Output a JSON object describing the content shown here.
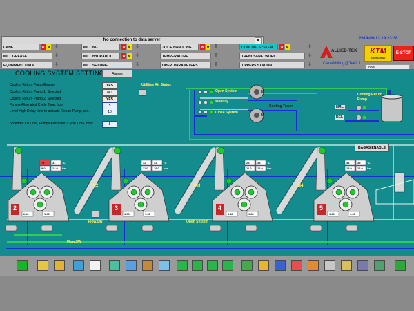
{
  "banner": "No connection to data server!",
  "datetime": "2019-09-13 19:23:38",
  "company": "ALLIED-TEK",
  "brand": "KTM",
  "brand_sub": "ENGINEERING",
  "estop": "E-STOP",
  "user": "CaneMilling@Tek2.1",
  "role": "oper",
  "menu": {
    "row1": [
      "CANE PREPARATION",
      "MILLING",
      "JUICE HANDLING",
      "COOLING SYSTEM"
    ],
    "row2": [
      "MILL GREASE",
      "MILL HYDRAULIC",
      "TEMPERATURE",
      "TRENDS&NETWORK"
    ],
    "row3": [
      "EQUIPMENT DATA",
      "MILL SETTING",
      "OPER. PARAMETERS",
      "TIPPERS STATION"
    ],
    "w": "W",
    "m": "M"
  },
  "page": {
    "title": "COOLING SYSTEM SETTING",
    "alarms": "Alarms",
    "utilities": "Utilities Air Status",
    "bagas": "BAGAS ENABLE"
  },
  "settings": [
    {
      "label": "Cooling Return Pump Enable",
      "value": "YES"
    },
    {
      "label": "Cooling Return Pump 1, Selected",
      "value": "NO"
    },
    {
      "label": "Cooling Return Pump 2, Selected",
      "value": "YES"
    },
    {
      "label": "Pumps Alternated Cycle Time, hour",
      "value": "5"
    },
    {
      "label": "Level High Delay time to activate Return Pump, sec.",
      "value": "10"
    },
    {
      "label": "Shredder Oil Cool, Pumps Alternated Cycle Time, hour",
      "value": "5"
    }
  ],
  "tower": {
    "open": "Open System",
    "standby": "standby",
    "close": "Close System",
    "label": "Cooling Tower",
    "pump_label": "Cooling Return Pump",
    "motor": "M",
    "mtr": "MRL",
    "rl": "REL"
  },
  "mills": [
    {
      "num": "2",
      "v1": "73",
      "v2": "31",
      "v3": "9.0",
      "v4": "12.0",
      "unit_t": "°C",
      "unit_p": "bar",
      "b1": "2.41",
      "b2": "1.60"
    },
    {
      "num": "3",
      "v1": "32",
      "v2": "32",
      "v3": "11.0",
      "v4": "18.0",
      "unit_t": "°C",
      "unit_p": "bar",
      "b1": "1.50",
      "b2": "1.30"
    },
    {
      "num": "4",
      "v1": "28",
      "v2": "33",
      "v3": "11.0",
      "v4": "12.0",
      "unit_t": "°C",
      "unit_p": "bar",
      "b1": "1.80",
      "b2": "1.80"
    },
    {
      "num": "5",
      "v1": "34",
      "v2": "35",
      "v3": "15.0",
      "v4": "12.0",
      "unit_t": "°C",
      "unit_p": "bar",
      "b1": "1.00",
      "b2": "1.30"
    }
  ],
  "conveyors": [
    "IN2",
    "IN3",
    "IN4"
  ],
  "flow_labels": {
    "flowsw1": "Flow.SW",
    "opensys": "Open System",
    "flowsw2": "Flow.SW"
  },
  "colors": {
    "panel": "#148c8e",
    "pipe_blue": "#1a2fd0",
    "pipe_green": "#3be04a",
    "pipe_white": "#e8f4f4",
    "active_menu": "#19c3c9",
    "estop": "#e8241b"
  },
  "toolbar_icons": [
    "play-icon",
    "folder-icon",
    "gallery-icon",
    "edit-icon",
    "trend-icon",
    "image-icon",
    "window-icon",
    "tools-icon",
    "pipe-icon",
    "nav-left-icon",
    "nav-up-icon",
    "nav-down-icon",
    "nav-right-icon",
    "refresh-icon",
    "copy-icon",
    "save-icon",
    "alarm-icon",
    "picture-icon",
    "network-icon",
    "calc-icon",
    "settings-icon",
    "sound-icon",
    "check-icon"
  ]
}
